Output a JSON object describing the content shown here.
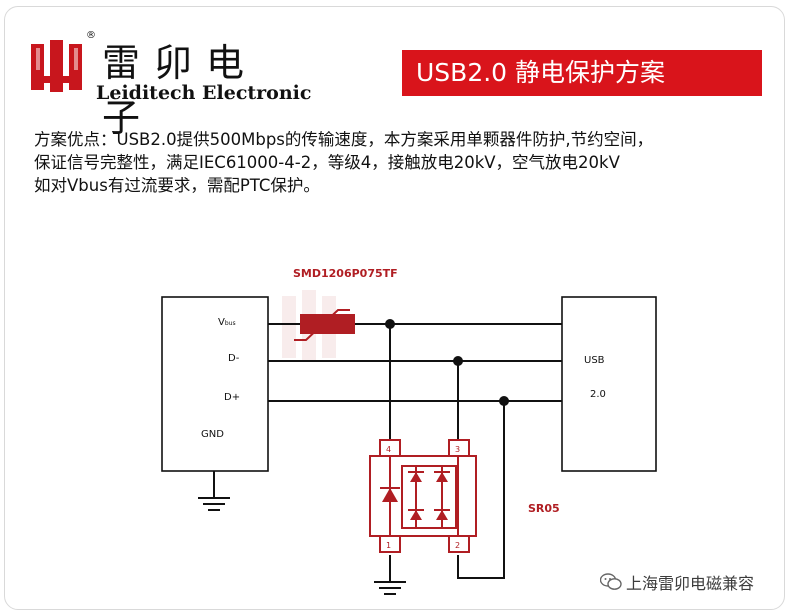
{
  "brand": {
    "name_cn": "雷卯电子",
    "name_en": "Leiditech Electronic",
    "registered_mark": "®"
  },
  "title": "USB2.0 静电保护方案",
  "description": [
    "方案优点：USB2.0提供500Mbps的传输速度，本方案采用单颗器件防护,节约空间，",
    "保证信号完整性，满足IEC61000-4-2，等级4，接触放电20kV，空气放电20kV",
    "如对Vbus有过流要求，需配PTC保护。"
  ],
  "schematic": {
    "host_pins": {
      "vbus_main": "V",
      "vbus_sub": "bus",
      "dminus": "D-",
      "dplus": "D+",
      "gnd": "GND"
    },
    "usb_label": "USB",
    "usb_version": "2.0",
    "ptc_part": "SMD1206P075TF",
    "tvs_part": "SR05",
    "tvs_pins": {
      "p1": "1",
      "p2": "2",
      "p3": "3",
      "p4": "4"
    }
  },
  "footer": {
    "channel": "上海雷卯电磁兼容"
  },
  "colors": {
    "accent": "#d9141b",
    "component": "#b01e23",
    "wire": "#111111"
  }
}
